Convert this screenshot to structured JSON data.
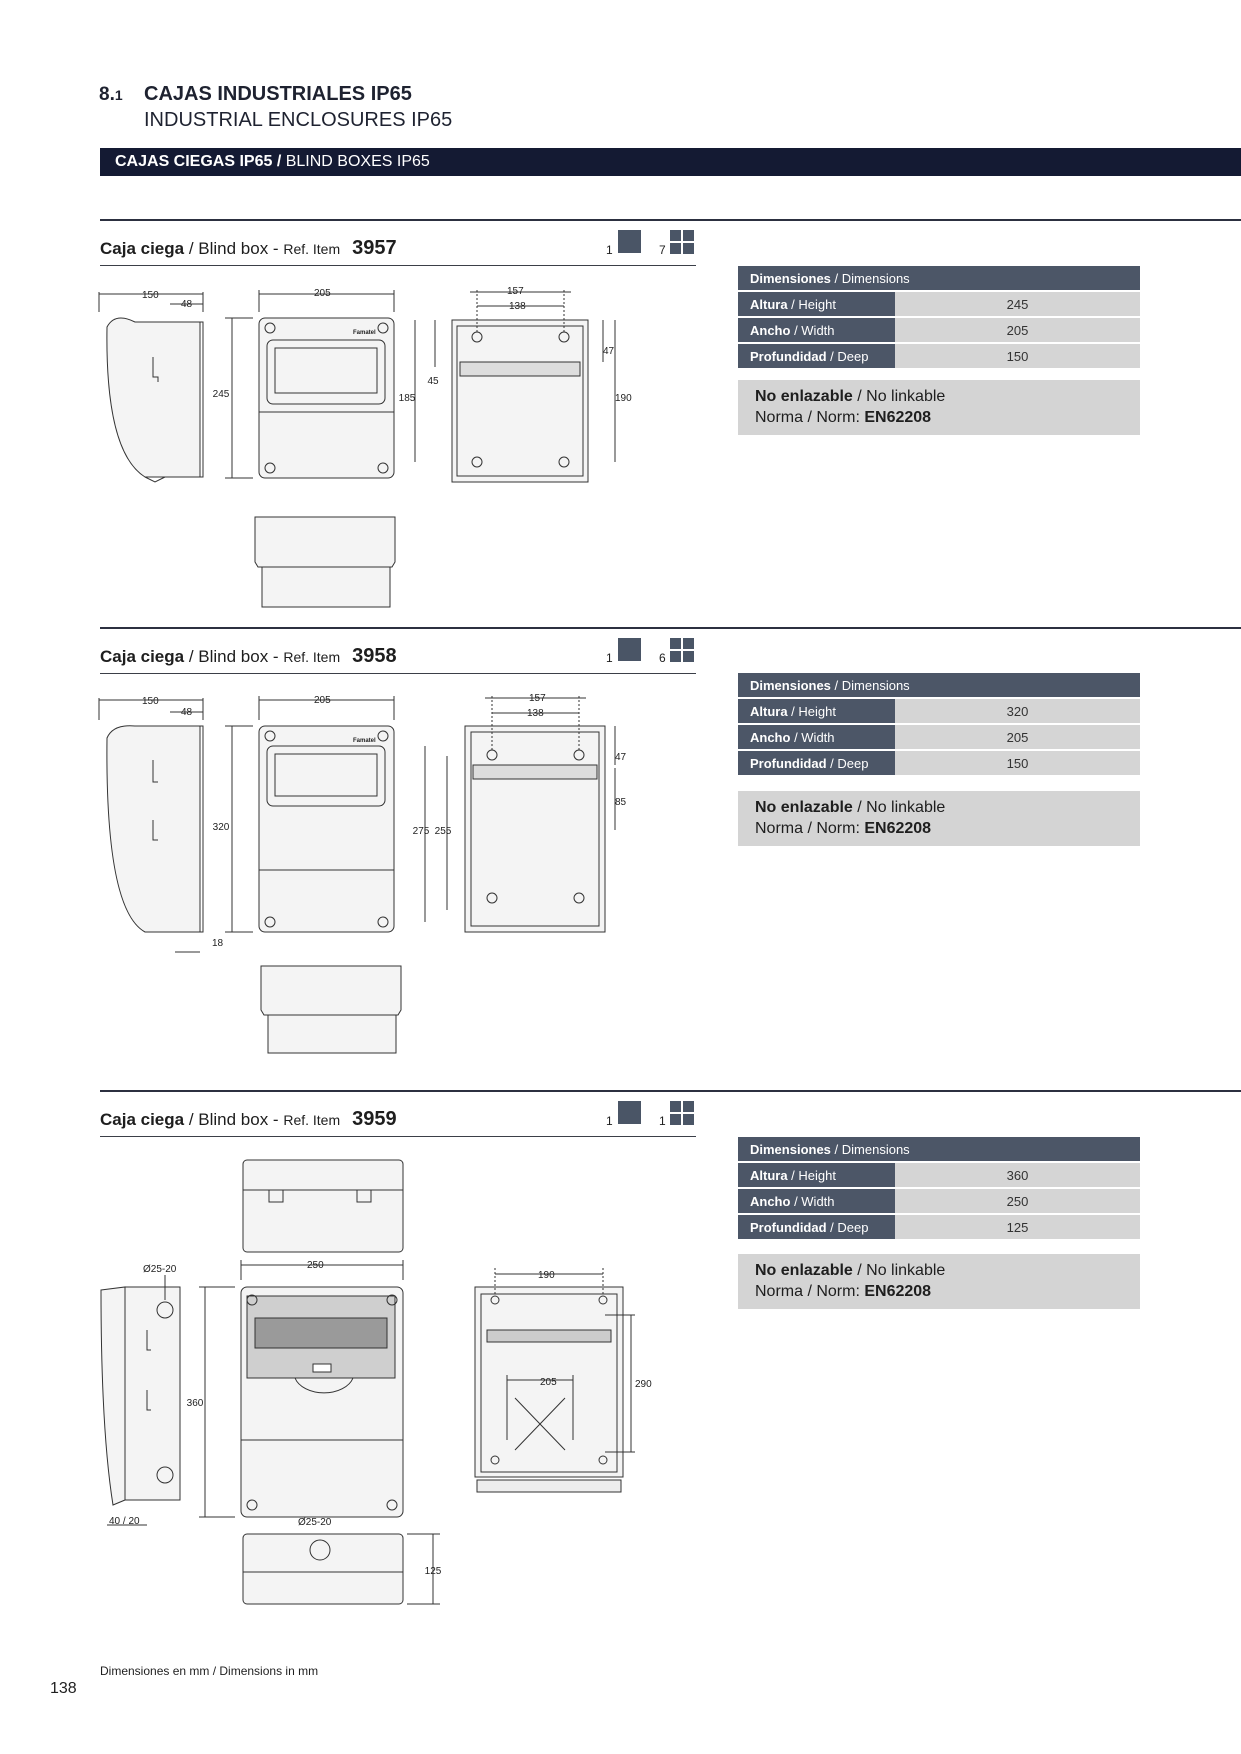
{
  "header": {
    "section_number": "8.",
    "section_number_small": "1",
    "title": "CAJAS INDUSTRIALES IP65",
    "subtitle": "INDUSTRIAL ENCLOSURES IP65"
  },
  "banner": {
    "bold": "CAJAS CIEGAS IP65 /",
    "normal": " BLIND BOXES IP65"
  },
  "items": [
    {
      "label_bold": "Caja ciega",
      "label_normal": " / Blind box - ",
      "ref_label": "Ref. Item",
      "ref": "3957",
      "pack_single": "1",
      "pack_multi": "7",
      "table_header_bold": "Dimensiones",
      "table_header_normal": " / Dimensions",
      "rows": [
        {
          "k": "Altura",
          "k2": " / Height",
          "v": "245"
        },
        {
          "k": "Ancho",
          "k2": " / Width",
          "v": "205"
        },
        {
          "k": "Profundidad",
          "k2": " / Deep",
          "v": "150"
        }
      ],
      "note1_bold": "No enlazable",
      "note1_normal": " / No linkable",
      "note2_bold": "EN62208",
      "note2_normal": "Norma / Norm: ",
      "dims": {
        "side_w": "150",
        "side_d": "48",
        "front_w": "205",
        "front_h": "245",
        "back_w1": "157",
        "back_w2": "138",
        "back_h1": "185",
        "back_h2": "45",
        "back_h3": "47",
        "back_h4": "190"
      }
    },
    {
      "label_bold": "Caja ciega",
      "label_normal": " / Blind box - ",
      "ref_label": "Ref. Item",
      "ref": "3958",
      "pack_single": "1",
      "pack_multi": "6",
      "table_header_bold": "Dimensiones",
      "table_header_normal": " / Dimensions",
      "rows": [
        {
          "k": "Altura",
          "k2": " / Height",
          "v": "320"
        },
        {
          "k": "Ancho",
          "k2": " / Width",
          "v": "205"
        },
        {
          "k": "Profundidad",
          "k2": " / Deep",
          "v": "150"
        }
      ],
      "note1_bold": "No enlazable",
      "note1_normal": " / No linkable",
      "note2_bold": "EN62208",
      "note2_normal": "Norma / Norm: ",
      "dims": {
        "side_w": "150",
        "side_d": "48",
        "side_b": "18",
        "front_w": "205",
        "front_h": "320",
        "back_w1": "157",
        "back_w2": "138",
        "back_h1": "275",
        "back_h2": "255",
        "back_h3": "47",
        "back_h4": "85"
      }
    },
    {
      "label_bold": "Caja ciega",
      "label_normal": " / Blind box - ",
      "ref_label": "Ref. Item",
      "ref": "3959",
      "pack_single": "1",
      "pack_multi": "1",
      "table_header_bold": "Dimensiones",
      "table_header_normal": " / Dimensions",
      "rows": [
        {
          "k": "Altura",
          "k2": " / Height",
          "v": "360"
        },
        {
          "k": "Ancho",
          "k2": " / Width",
          "v": "250"
        },
        {
          "k": "Profundidad",
          "k2": " / Deep",
          "v": "125"
        }
      ],
      "note1_bold": "No enlazable",
      "note1_normal": " / No linkable",
      "note2_bold": "EN62208",
      "note2_normal": "Norma / Norm: ",
      "dims": {
        "side_hole": "Ø25-20",
        "side_b": "40 / 20",
        "front_w": "250",
        "front_h": "360",
        "bottom_hole": "Ø25-20",
        "depth": "125",
        "back_w1": "190",
        "back_w2": "205",
        "back_h": "290"
      }
    }
  ],
  "brand_mark": "Famatel",
  "footer": {
    "bold": "Dimensiones en mm",
    "normal": " / Dimensions in mm",
    "page": "138"
  }
}
